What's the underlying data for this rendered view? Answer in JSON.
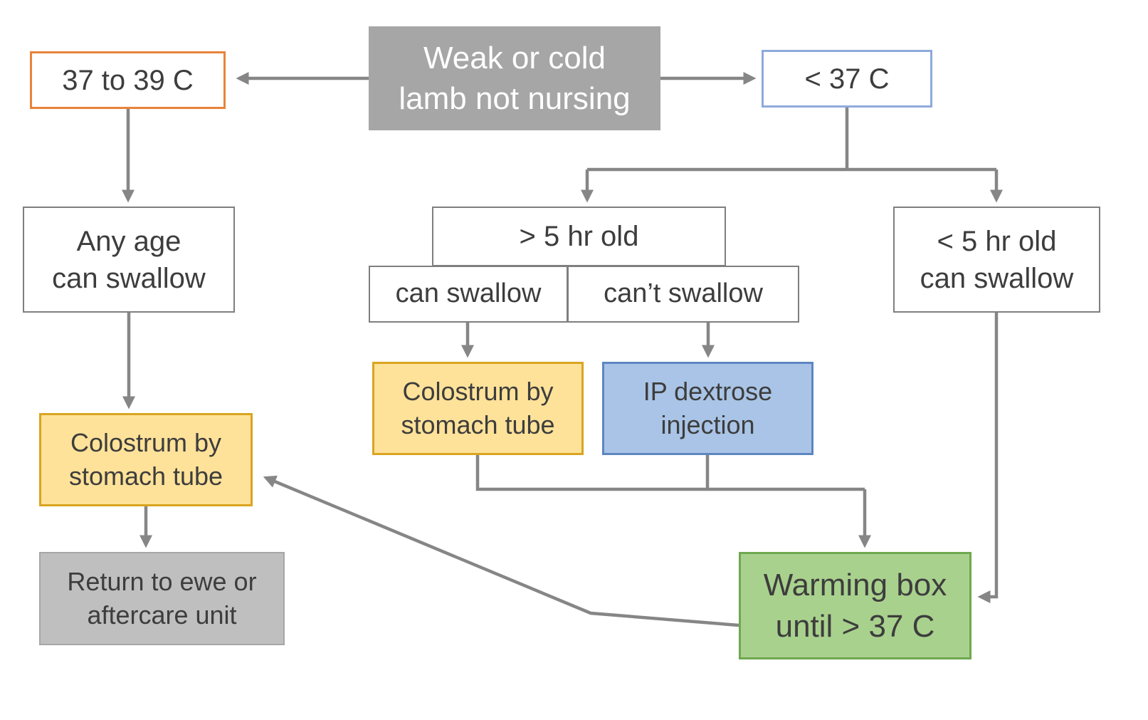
{
  "colors": {
    "arrow": "#868686",
    "start_fill": "#a6a6a6",
    "start_text": "#ffffff",
    "orange_outline": "#e8833a",
    "blue_outline": "#8faadc",
    "gray_outline": "#7f7f7f",
    "gold_fill": "#ffe299",
    "gold_border": "#d9a521",
    "blue_fill": "#a9c4e6",
    "blue_border": "#5e86c0",
    "green_fill": "#a9d18e",
    "green_border": "#6fa84f",
    "gray_fill": "#bfbfbf",
    "text": "#3d3d3d"
  },
  "nodes": {
    "start": {
      "lines": [
        "Weak or cold",
        "lamb not nursing"
      ]
    },
    "temp_37_39": {
      "lines": [
        "37 to 39 C"
      ]
    },
    "temp_below_37": {
      "lines": [
        "< 37 C"
      ]
    },
    "any_age": {
      "lines": [
        "Any age",
        "can swallow"
      ]
    },
    "over_5hr": {
      "lines": [
        "> 5 hr old"
      ]
    },
    "can_swallow": {
      "lines": [
        "can swallow"
      ]
    },
    "cant_swallow": {
      "lines": [
        "can’t swallow"
      ]
    },
    "under_5hr": {
      "lines": [
        "< 5 hr old",
        "can swallow"
      ]
    },
    "colostrum_mid": {
      "lines": [
        "Colostrum by",
        "stomach tube"
      ]
    },
    "ip_dextrose": {
      "lines": [
        "IP dextrose",
        "injection"
      ]
    },
    "colostrum_left": {
      "lines": [
        "Colostrum by",
        "stomach tube"
      ]
    },
    "warming_box": {
      "lines": [
        "Warming box",
        "until > 37 C"
      ]
    },
    "return_ewe": {
      "lines": [
        "Return to ewe or",
        "aftercare unit"
      ]
    }
  }
}
